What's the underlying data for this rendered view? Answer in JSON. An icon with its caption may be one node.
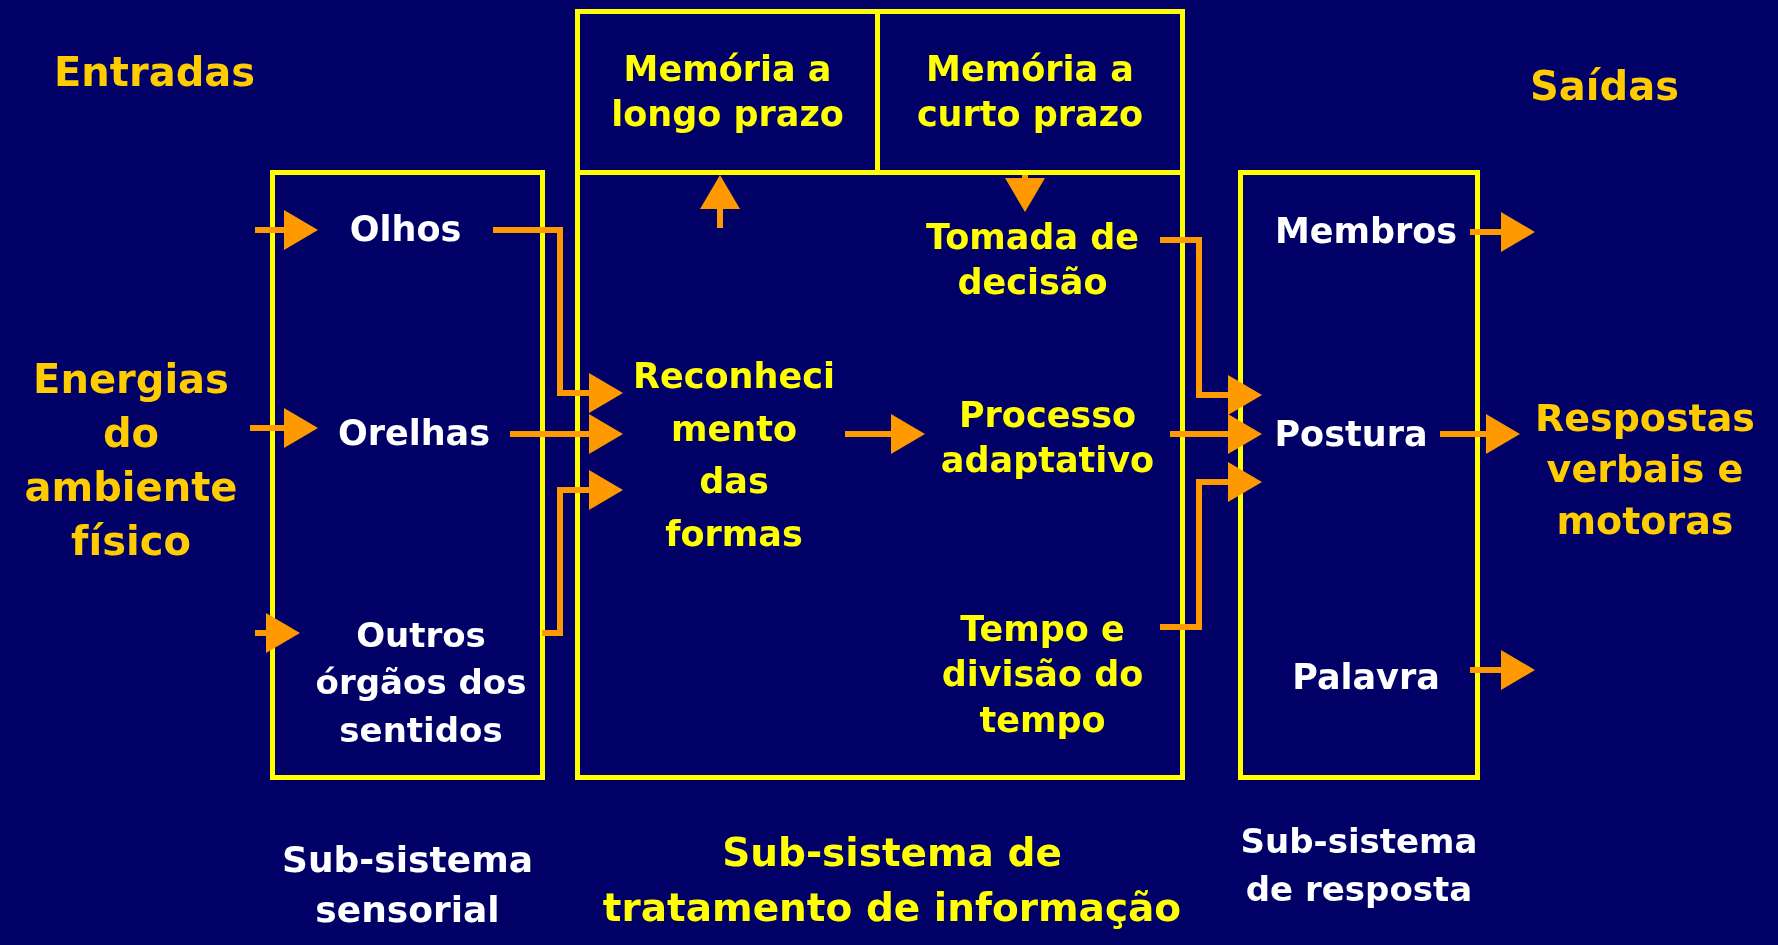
{
  "diagram": {
    "nodes": [
      {
        "text": [
          "Energias do ambiente físico"
        ]
      },
      {
        "text": [
          "Sub-sistema sensorial"
        ]
      },
      {
        "text": [
          "Olhos"
        ],
        "in": 1
      },
      {
        "text": [
          "Orelhas"
        ],
        "in": 1
      },
      {
        "text": [
          "Outros órgãos dos sentidos"
        ],
        "in": 1
      },
      {
        "text": [
          "Sub-sistema de tratamento de informação"
        ]
      },
      {
        "text": [
          "Memória a longo prazo"
        ],
        "in": 5
      },
      {
        "text": [
          "Memória a curto prazo"
        ],
        "in": 5
      },
      {
        "text": [
          "Reconheci mento das formas"
        ],
        "in": 5
      },
      {
        "text": [
          "Tomada de decisão"
        ],
        "in": 5
      },
      {
        "text": [
          "Processo adaptativo"
        ],
        "in": 5
      },
      {
        "text": [
          "Tempo e divisão do tempo"
        ],
        "in": 5
      },
      {
        "text": [
          "Sub-sistema de resposta"
        ]
      },
      {
        "text": [
          "Membros"
        ],
        "in": 12
      },
      {
        "text": [
          "Postura"
        ],
        "in": 12
      },
      {
        "text": [
          "Palavra"
        ],
        "in": 12
      },
      {
        "text": [
          "Respostas verbais e motoras"
        ]
      }
    ],
    "edges": [
      {
        "from": null,
        "to": 2,
        "arrow": "to"
      },
      {
        "from": 0,
        "to": 3,
        "arrow": "to"
      },
      {
        "from": null,
        "to": 4,
        "arrow": "to"
      },
      {
        "from": 2,
        "to": 8,
        "arrow": "to"
      },
      {
        "from": 3,
        "to": 8,
        "arrow": "to"
      },
      {
        "from": 4,
        "to": 8,
        "arrow": "to"
      },
      {
        "from": 8,
        "to": 10,
        "arrow": "to"
      },
      {
        "from": null,
        "to": 6,
        "arrow": "to"
      },
      {
        "from": 7,
        "to": 9,
        "arrow": "to"
      },
      {
        "from": 9,
        "to": 14,
        "arrow": "to"
      },
      {
        "from": 10,
        "to": 14,
        "arrow": "to"
      },
      {
        "from": 11,
        "to": 14,
        "arrow": "to"
      },
      {
        "from": 13,
        "to": null,
        "arrow": "to"
      },
      {
        "from": 14,
        "to": 16,
        "arrow": "to"
      },
      {
        "from": 15,
        "to": null,
        "arrow": "to"
      }
    ],
    "labels": [
      "Entradas",
      "Saídas"
    ]
  }
}
